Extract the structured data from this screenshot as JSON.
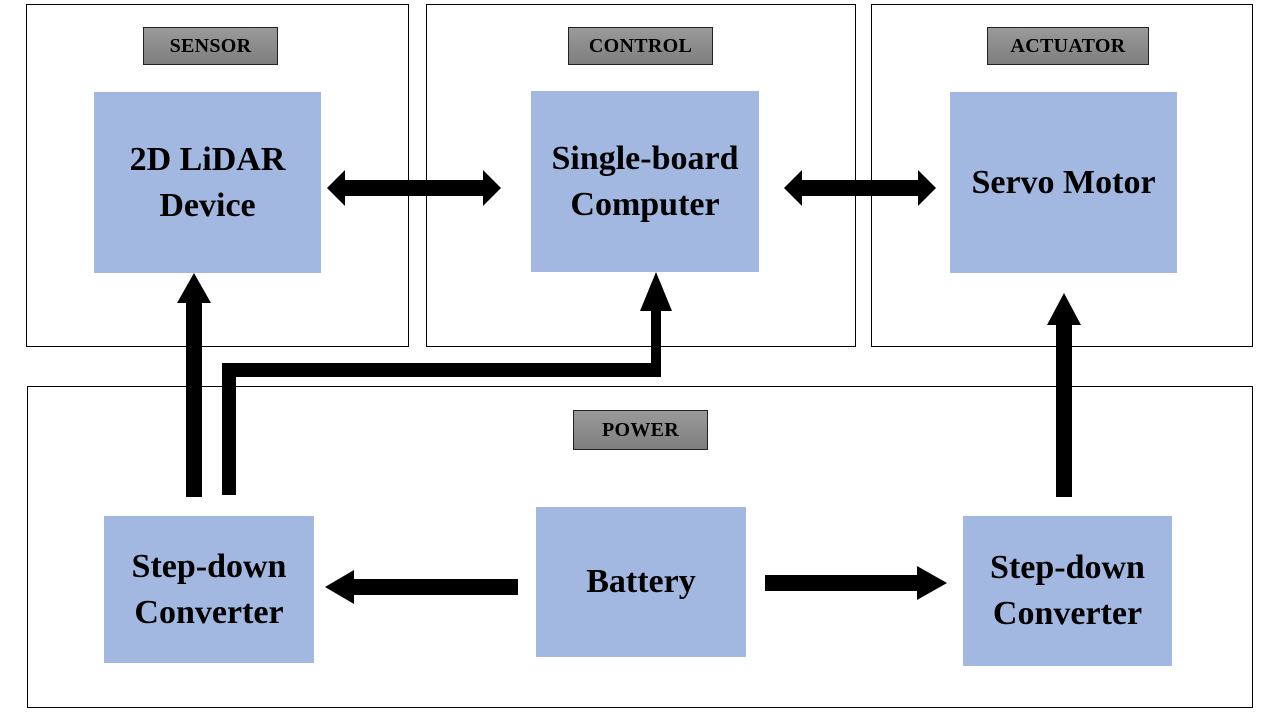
{
  "sections": {
    "sensor": {
      "tag": "SENSOR",
      "device": {
        "line1": "2D LiDAR",
        "line2": "Device"
      }
    },
    "control": {
      "tag": "CONTROL",
      "device": {
        "line1": "Single-board",
        "line2": "Computer"
      }
    },
    "actuator": {
      "tag": "ACTUATOR",
      "device": {
        "line1": "Servo Motor"
      }
    },
    "power": {
      "tag": "POWER",
      "left_converter": {
        "line1": "Step-down",
        "line2": "Converter"
      },
      "battery": {
        "line1": "Battery"
      },
      "right_converter": {
        "line1": "Step-down",
        "line2": "Converter"
      }
    }
  },
  "colors": {
    "block_fill": "#a2b8e0",
    "tag_fill": "#8c8c8c",
    "arrow": "#000000"
  }
}
